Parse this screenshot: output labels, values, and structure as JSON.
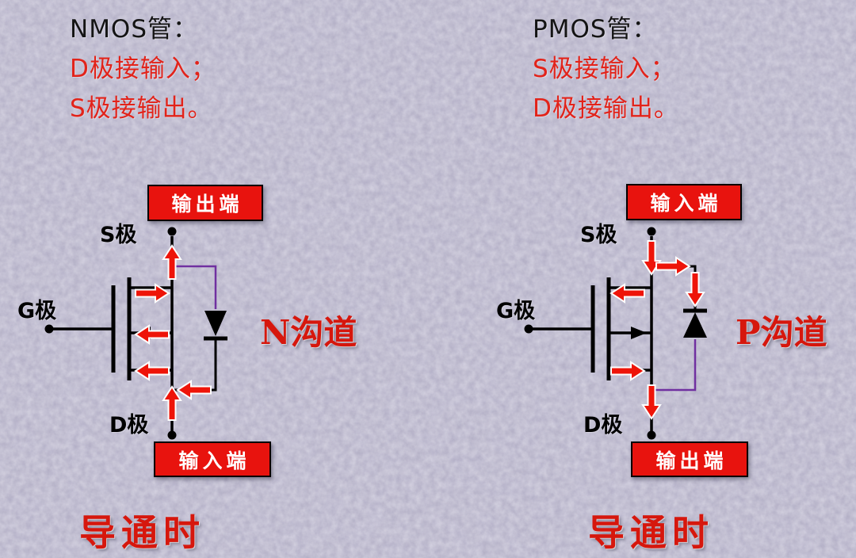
{
  "colors": {
    "background": "#b2aec6",
    "accent_red": "#e2231a",
    "box_red": "#e8130e",
    "arrow_red": "#ee1409",
    "diode_wire_purple": "#7030a0",
    "wire_black": "#000000"
  },
  "left_panel": {
    "header": {
      "title": "NMOS管：",
      "line1": "D极接输入；",
      "line2": "S极接输出。"
    },
    "terminal_s": "S极",
    "terminal_g": "G极",
    "terminal_d": "D极",
    "top_box_label": "输出端",
    "bottom_box_label": "输入端",
    "channel_label": "N沟道",
    "caption": "导通时"
  },
  "right_panel": {
    "header": {
      "title": "PMOS管：",
      "line1": "S极接输入；",
      "line2": "D极接输出。"
    },
    "terminal_s": "S极",
    "terminal_g": "G极",
    "terminal_d": "D极",
    "top_box_label": "输入端",
    "bottom_box_label": "输出端",
    "channel_label": "P沟道",
    "caption": "导通时"
  }
}
